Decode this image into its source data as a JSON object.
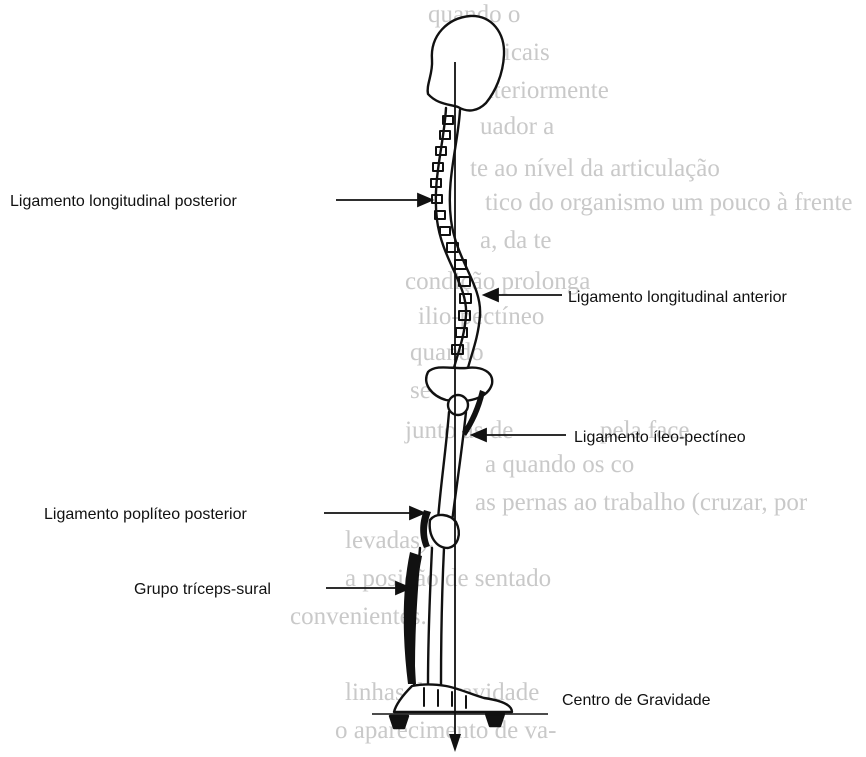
{
  "labels": {
    "posterior_longitudinal": "Ligamento longitudinal posterior",
    "anterior_longitudinal": "Ligamento longitudinal anterior",
    "iliopectineal": "Ligamento íleo-pectíneo",
    "popliteal_posterior": "Ligamento poplíteo posterior",
    "triceps_sural": "Grupo tríceps-sural",
    "center_of_gravity": "Centro de Gravidade"
  },
  "bleed_through": [
    "quando o",
    "verticais",
    "anteriormente",
    "uador a",
    "te ao nível da articulação",
    "tico do organismo um pouco à frente",
    "a, da te",
    "condição prolonga",
    "ilio-pectíneo",
    "quando",
    "se a",
    "junto as de",
    "pela face",
    "a quando os co",
    "as pernas ao trabalho (cruzar, por",
    "levadas).",
    "a posição de sentado",
    "convenientes.",
    "linhas de gravidade",
    "o aparecimento de va-"
  ]
}
